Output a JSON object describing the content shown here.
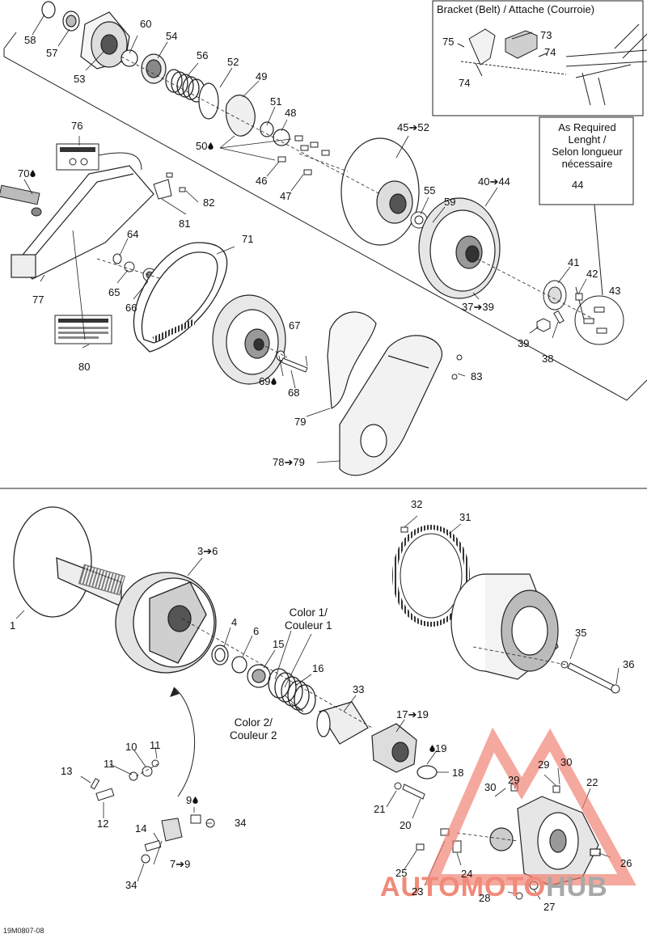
{
  "bracket_box": {
    "title": "Bracket (Belt) / Attache (Courroie)"
  },
  "notes": {
    "as_required": [
      "As Required",
      "Lenght /",
      "Selon longueur",
      "nécessaire"
    ],
    "color1": [
      "Color 1/",
      "Couleur 1"
    ],
    "color2": [
      "Color 2/",
      "Couleur 2"
    ]
  },
  "drawing_code": "19M0807-08",
  "watermark": {
    "part1": "AUTOMOTO",
    "part2": "HUB",
    "color1": "#f08a7a",
    "color2": "#b7b7b7"
  },
  "colors": {
    "line": "#222222",
    "light": "#dddddd"
  },
  "callouts": {
    "c58": "58",
    "c57": "57",
    "c53": "53",
    "c60": "60",
    "c54": "54",
    "c56": "56",
    "c52": "52",
    "c49": "49",
    "c51": "51",
    "c48": "48",
    "c50": "50",
    "c46": "46",
    "c47": "47",
    "c76": "76",
    "c70": "70",
    "c82": "82",
    "c81": "81",
    "c77": "77",
    "c64": "64",
    "c65": "65",
    "c66": "66",
    "c80": "80",
    "c71": "71",
    "c67": "67",
    "c69": "69",
    "c68": "68",
    "c79": "79",
    "c78": "78➔79",
    "c45": "45➔52",
    "c55": "55",
    "c59": "59",
    "c40": "40➔44",
    "c44": "44",
    "c41": "41",
    "c42": "42",
    "c43": "43",
    "c37": "37➔39",
    "c39": "39",
    "c38": "38",
    "c83": "83",
    "c75": "75",
    "c73": "73",
    "c74a": "74",
    "c74b": "74",
    "c1": "1",
    "c3": "3➔6",
    "c4": "4",
    "c6": "6",
    "c15": "15",
    "c16": "16",
    "c33": "33",
    "c32": "32",
    "c31": "31",
    "c35": "35",
    "c36": "36",
    "c17": "17➔19",
    "c19": "19",
    "c18": "18",
    "c21": "21",
    "c20": "20",
    "c13": "13",
    "c10": "10",
    "c11a": "11",
    "c11b": "11",
    "c12": "12",
    "c9": "9",
    "c34a": "34",
    "c14": "14",
    "c7": "7➔9",
    "c34b": "34",
    "c29a": "29",
    "c30a": "30",
    "c29b": "29",
    "c30b": "30",
    "c22": "22",
    "c26": "26",
    "c25": "25",
    "c24": "24",
    "c23": "23",
    "c28": "28",
    "c27": "27"
  }
}
